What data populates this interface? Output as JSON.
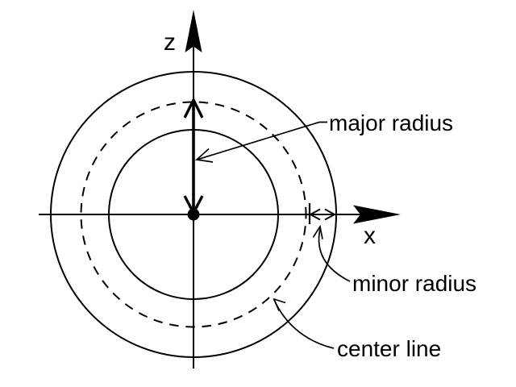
{
  "diagram": {
    "type": "torus-top-view-schematic",
    "background_color": "#ffffff",
    "line_color": "#000000",
    "axis": {
      "vertical_label": "z",
      "horizontal_label": "x"
    },
    "annotations": {
      "major_radius_label": "major radius",
      "minor_radius_label": "minor radius",
      "center_line_label": "center line"
    },
    "elements": {
      "circles": [
        "outer solid circle",
        "dashed center line circle",
        "inner solid circle"
      ],
      "measurements": [
        "major radius double arrow from center to dashed circle",
        "minor radius double arrow between dashed and outer circle on x-axis"
      ],
      "center_marker": "filled dot at origin"
    }
  }
}
